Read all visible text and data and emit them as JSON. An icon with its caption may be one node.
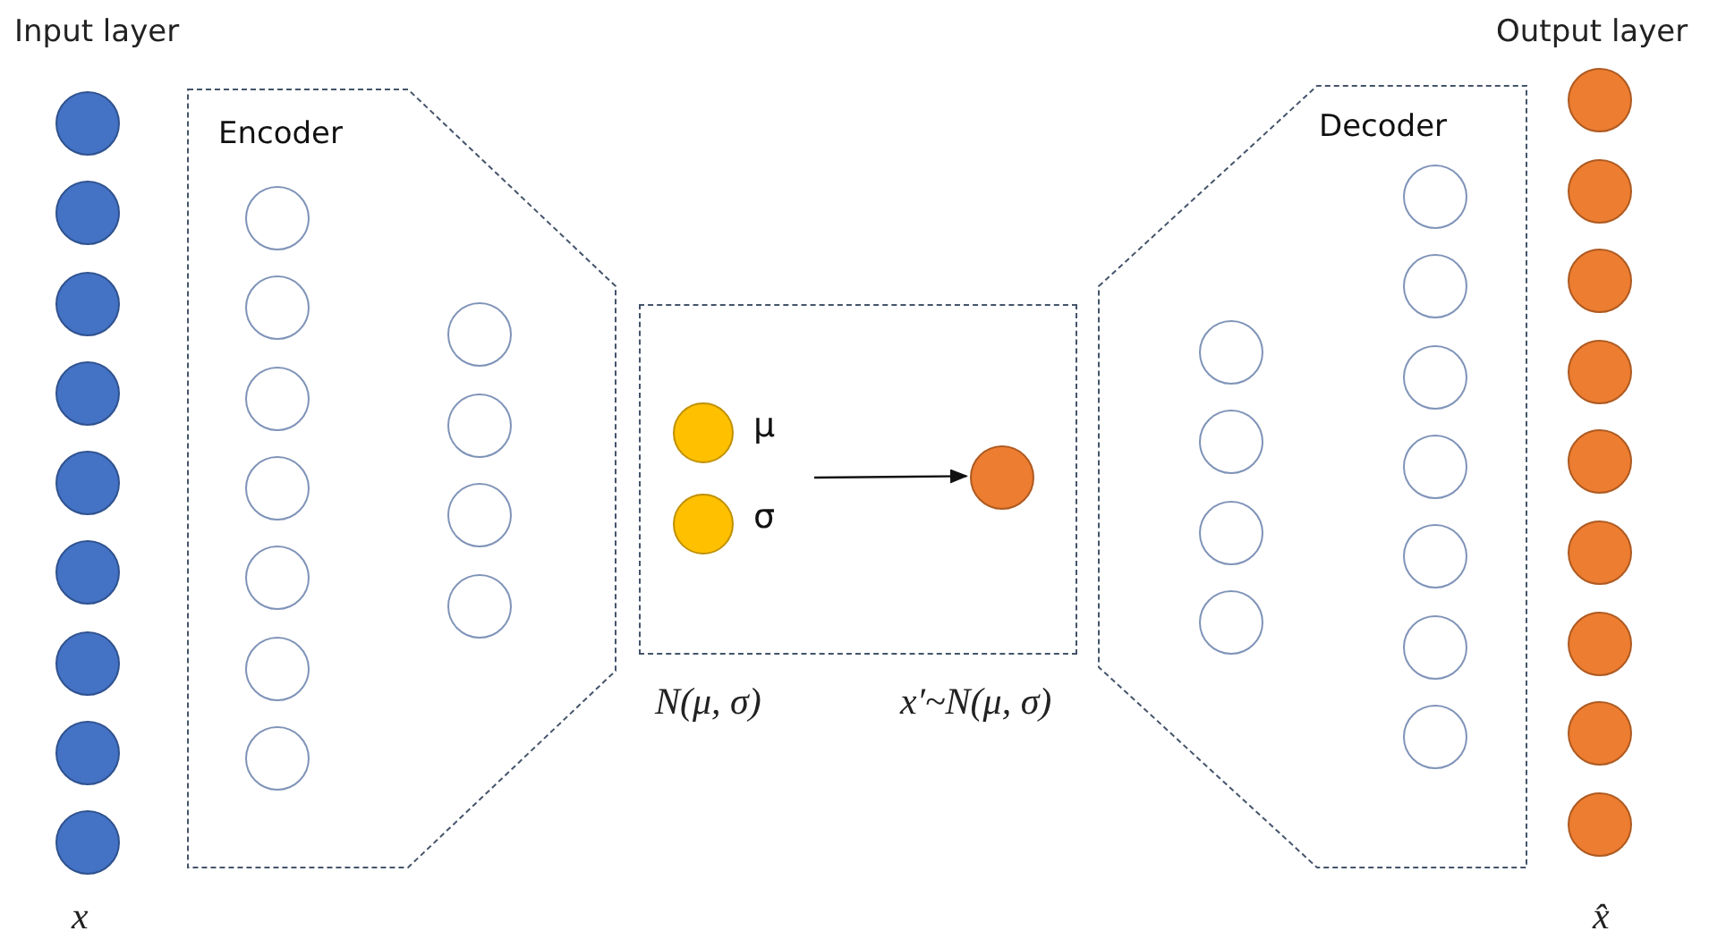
{
  "diagram": {
    "nodes": [
      {
        "text": [],
        "shape": "circle"
      },
      {
        "text": [],
        "shape": "circle"
      },
      {
        "text": [],
        "shape": "circle"
      },
      {
        "text": [],
        "shape": "circle"
      },
      {
        "text": [],
        "shape": "circle"
      },
      {
        "text": [],
        "shape": "circle"
      },
      {
        "text": [],
        "shape": "circle"
      },
      {
        "text": [],
        "shape": "circle"
      },
      {
        "text": [],
        "shape": "circle"
      },
      {
        "text": [
          "Encoder"
        ]
      },
      {
        "text": [],
        "shape": "circle",
        "in": 9
      },
      {
        "text": [],
        "shape": "circle",
        "in": 9
      },
      {
        "text": [],
        "shape": "circle",
        "in": 9
      },
      {
        "text": [],
        "shape": "circle",
        "in": 9
      },
      {
        "text": [],
        "shape": "circle",
        "in": 9
      },
      {
        "text": [],
        "shape": "circle",
        "in": 9
      },
      {
        "text": [],
        "shape": "circle",
        "in": 9
      },
      {
        "text": [],
        "shape": "circle",
        "in": 9
      },
      {
        "text": [],
        "shape": "circle",
        "in": 9
      },
      {
        "text": [],
        "shape": "circle",
        "in": 9
      },
      {
        "text": [],
        "shape": "circle",
        "in": 9
      },
      {
        "text": [],
        "shape": "box"
      },
      {
        "text": [],
        "shape": "circle",
        "in": 21,
        "beside": [
          "μ"
        ]
      },
      {
        "text": [],
        "shape": "circle",
        "in": 21,
        "beside": [
          "σ"
        ]
      },
      {
        "text": [],
        "shape": "circle",
        "in": 21
      },
      {
        "text": [
          "Decoder"
        ]
      },
      {
        "text": [],
        "shape": "circle",
        "in": 25
      },
      {
        "text": [],
        "shape": "circle",
        "in": 25
      },
      {
        "text": [],
        "shape": "circle",
        "in": 25
      },
      {
        "text": [],
        "shape": "circle",
        "in": 25
      },
      {
        "text": [],
        "shape": "circle",
        "in": 25
      },
      {
        "text": [],
        "shape": "circle",
        "in": 25
      },
      {
        "text": [],
        "shape": "circle",
        "in": 25
      },
      {
        "text": [],
        "shape": "circle",
        "in": 25
      },
      {
        "text": [],
        "shape": "circle",
        "in": 25
      },
      {
        "text": [],
        "shape": "circle",
        "in": 25
      },
      {
        "text": [],
        "shape": "circle",
        "in": 25
      },
      {
        "text": [],
        "shape": "circle"
      },
      {
        "text": [],
        "shape": "circle"
      },
      {
        "text": [],
        "shape": "circle"
      },
      {
        "text": [],
        "shape": "circle"
      },
      {
        "text": [],
        "shape": "circle"
      },
      {
        "text": [],
        "shape": "circle"
      },
      {
        "text": [],
        "shape": "circle"
      },
      {
        "text": [],
        "shape": "circle"
      },
      {
        "text": [],
        "shape": "circle"
      }
    ],
    "edges": [
      {
        "from": null,
        "to": 24,
        "arrow": "to"
      }
    ],
    "labels": [
      "Input layer",
      "Output layer",
      "N(μ, σ)",
      "x′~N(μ, σ)",
      "x",
      "x̂"
    ]
  }
}
